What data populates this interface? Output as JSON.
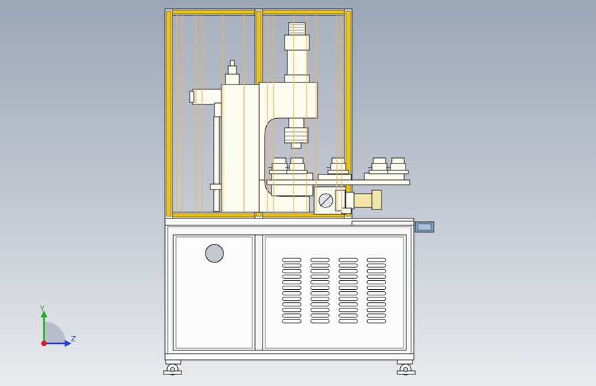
{
  "triad": {
    "y_label": "Y",
    "z_label": "Z",
    "colors": {
      "y": "#19b51f",
      "z": "#1f3fd8",
      "x": "#e01818"
    }
  },
  "colors": {
    "frame_profile": "#f2c400",
    "glass_rods": "#f7b24a",
    "machine_body": "#fbfbee",
    "cabinet": "#fafafa",
    "outline": "#2a2a2a",
    "motor": "#efe6a8",
    "control_box": "#7ca2c8"
  },
  "cabinet": {
    "left_door_icon": "round-knob-icon",
    "vent_columns": 4,
    "vent_rows": 12
  }
}
